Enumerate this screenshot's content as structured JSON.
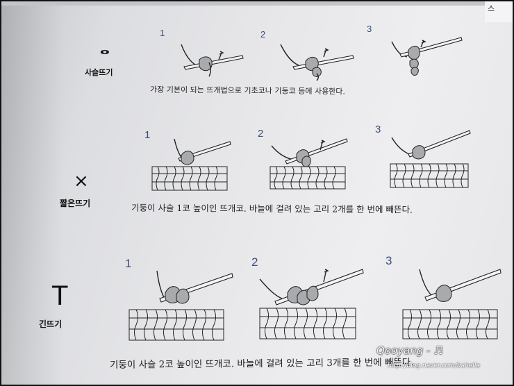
{
  "corner_text": "스",
  "rows": [
    {
      "label": "사슬뜨기",
      "symbol": "o",
      "steps": [
        "1",
        "2",
        "3"
      ],
      "caption": "가장 기본이 되는 뜨개법으로 기초코나 기둥코 등에 사용한다."
    },
    {
      "label": "짧은뜨기",
      "symbol": "×",
      "steps": [
        "1",
        "2",
        "3"
      ],
      "caption": "기둥이 사슬 1코 높이인 뜨개코. 바늘에 걸려 있는 고리 2개를 한 번에 빼뜬다."
    },
    {
      "label": "긴뜨기",
      "symbol": "T",
      "steps": [
        "1",
        "2",
        "3"
      ],
      "caption": "기둥이 사슬 2코 높이인 뜨개코. 바늘에 걸려 있는 고리 3개를 한 번에 빼뜬다."
    }
  ],
  "watermark": {
    "name": "Qooyang - ♬",
    "url": "http://blog.naver.com/bahella"
  }
}
